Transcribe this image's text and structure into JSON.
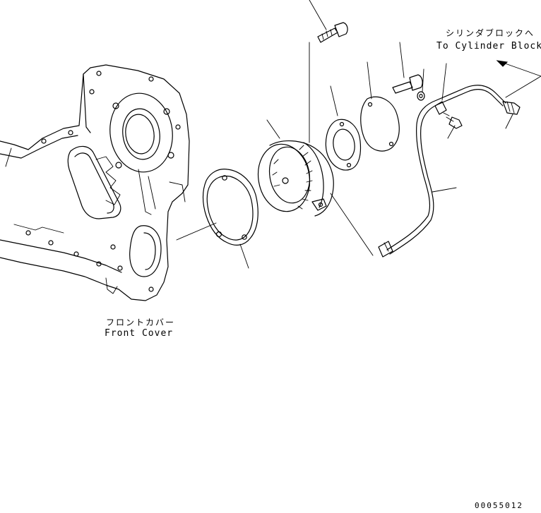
{
  "labels": {
    "front_cover_jp": "フロントカバー",
    "front_cover_en": "Front Cover",
    "to_cylinder_jp": "シリンダブロックへ",
    "to_cylinder_en": "To Cylinder Block",
    "drawing_code": "00055012"
  },
  "icons": [
    "arrow-icon"
  ]
}
